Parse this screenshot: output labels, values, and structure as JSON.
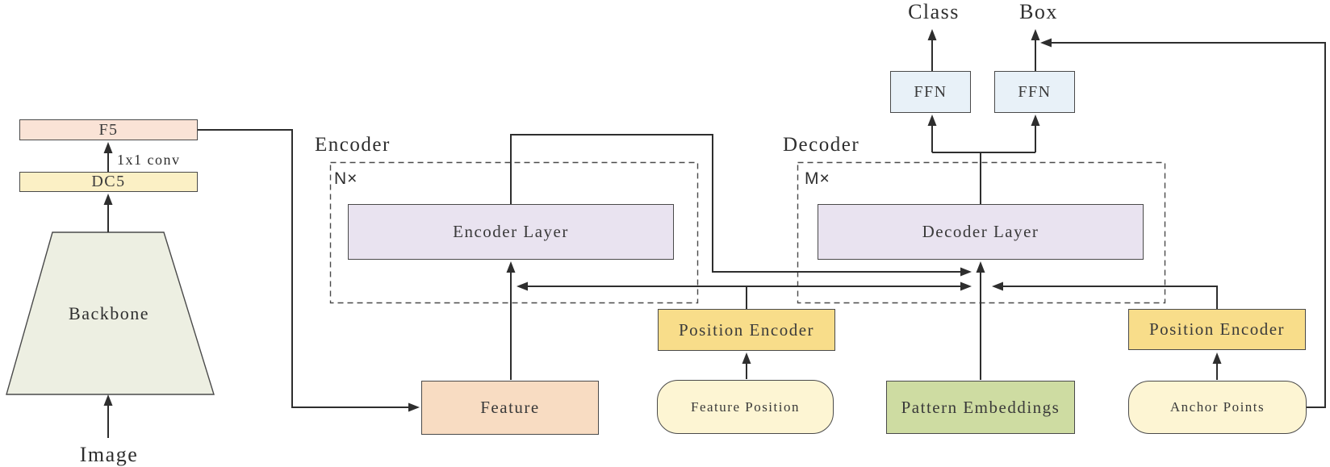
{
  "pipeline": {
    "image_label": "Image",
    "backbone_label": "Backbone",
    "dc5_label": "DC5",
    "conv_edge_label": "1x1 conv",
    "f5_label": "F5",
    "feature_label": "Feature"
  },
  "encoder": {
    "section_label": "Encoder",
    "repeat_label": "N×",
    "layer_label": "Encoder Layer",
    "position_encoder_label": "Position Encoder",
    "feature_position_label": "Feature Position"
  },
  "decoder": {
    "section_label": "Decoder",
    "repeat_label": "M×",
    "layer_label": "Decoder Layer",
    "pattern_embeddings_label": "Pattern Embeddings",
    "position_encoder_label": "Position Encoder",
    "anchor_points_label": "Anchor Points"
  },
  "heads": {
    "ffn_class_label": "FFN",
    "ffn_box_label": "FFN",
    "class_output_label": "Class",
    "box_output_label": "Box"
  },
  "colors": {
    "f5_fill": "#fae3d6",
    "dc5_fill": "#fbf0c5",
    "backbone_fill": "#edefe2",
    "feature_fill": "#f8dcc2",
    "layer_fill": "#e9e3f0",
    "position_encoder_fill": "#f8dd8a",
    "rounded_input_fill": "#fdf5d3",
    "pattern_embeddings_fill": "#cedca2",
    "ffn_fill": "#e8f1f8",
    "wire": "#2e2e2e"
  }
}
